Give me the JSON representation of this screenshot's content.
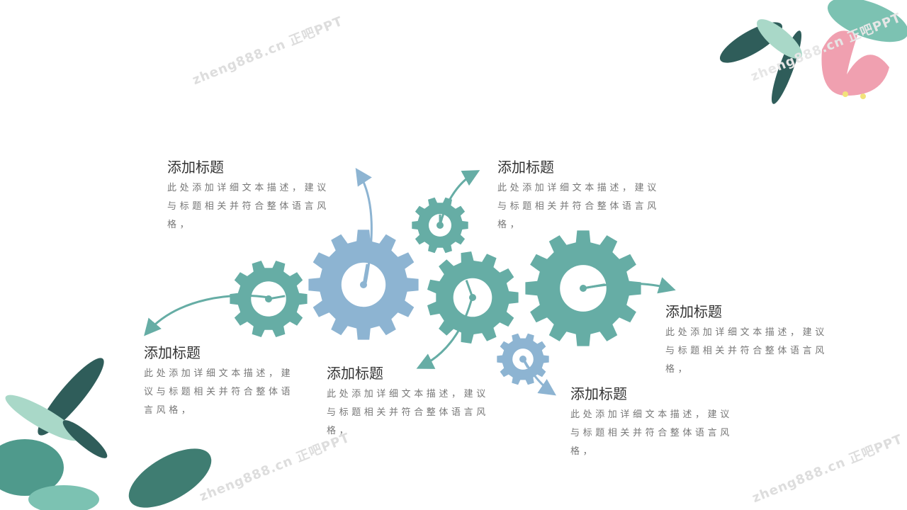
{
  "colors": {
    "green": "#66ADA5",
    "blue": "#8DB4D2",
    "leaf_dark": "#2f5d5a",
    "leaf_light": "#7cc2b2",
    "flamingo": "#f0a0b0"
  },
  "watermark": "zheng888.cn 正吧PPT",
  "blocks": [
    {
      "title": "添加标题",
      "desc": "此处添加详细文本描述，建议与标题相关并符合整体语言风格，"
    },
    {
      "title": "添加标题",
      "desc": "此处添加详细文本描述，建议与标题相关并符合整体语言风格，"
    },
    {
      "title": "添加标题",
      "desc": "此处添加详细文本描述，建议与标题相关并符合整体语言风格，"
    },
    {
      "title": "添加标题",
      "desc": "此处添加详细文本描述，建议与标题相关并符合整体语言风格，"
    },
    {
      "title": "添加标题",
      "desc": "此处添加详细文本描述，建议与标题相关并符合整体语言风格，"
    },
    {
      "title": "添加标题",
      "desc": "此处添加详细文本描述，建议与标题相关并符合整体语言风格，"
    }
  ]
}
